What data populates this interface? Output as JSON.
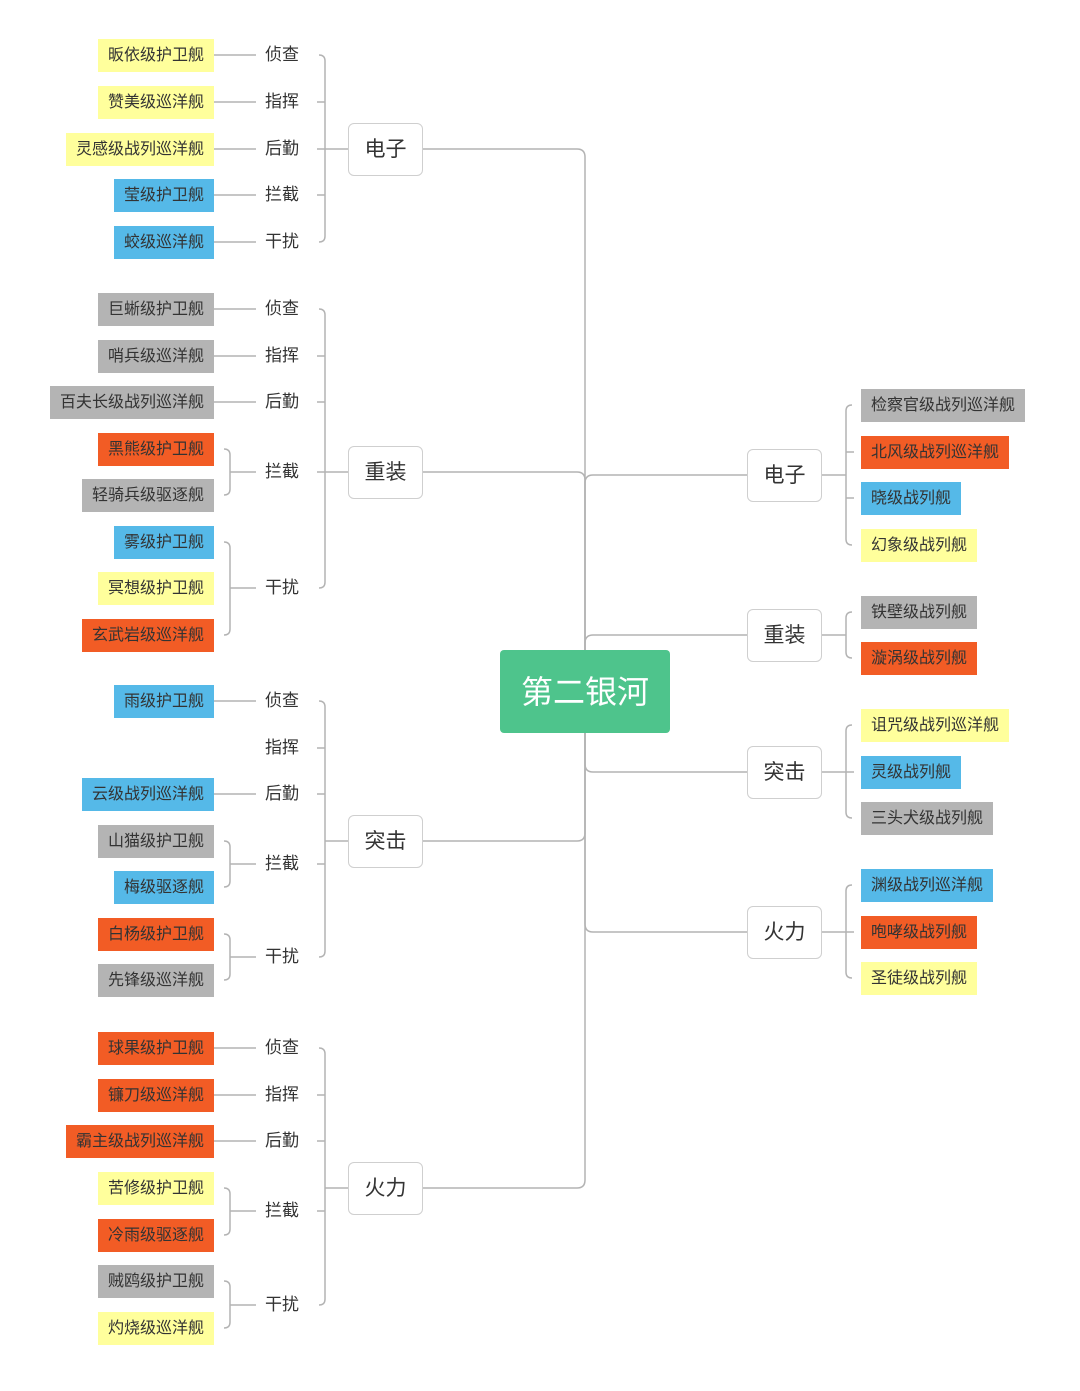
{
  "colors": {
    "root": "#4ec48c",
    "yellow": "#ffff9c",
    "blue": "#55b9e8",
    "gray": "#b4b4b4",
    "orange": "#f25c25",
    "line": "#b3b3b3"
  },
  "root": {
    "label": "第二银河"
  },
  "left": [
    {
      "label": "电子",
      "roles": [
        {
          "label": "侦查",
          "ships": [
            {
              "label": "昄依级护卫舰",
              "color": "yellow"
            }
          ]
        },
        {
          "label": "指挥",
          "ships": [
            {
              "label": "赞美级巡洋舰",
              "color": "yellow"
            }
          ]
        },
        {
          "label": "后勤",
          "ships": [
            {
              "label": "灵感级战列巡洋舰",
              "color": "yellow"
            }
          ]
        },
        {
          "label": "拦截",
          "ships": [
            {
              "label": "莹级护卫舰",
              "color": "blue"
            }
          ]
        },
        {
          "label": "干扰",
          "ships": [
            {
              "label": "蛟级巡洋舰",
              "color": "blue"
            }
          ]
        }
      ]
    },
    {
      "label": "重装",
      "roles": [
        {
          "label": "侦查",
          "ships": [
            {
              "label": "巨蜥级护卫舰",
              "color": "gray"
            }
          ]
        },
        {
          "label": "指挥",
          "ships": [
            {
              "label": "哨兵级巡洋舰",
              "color": "gray"
            }
          ]
        },
        {
          "label": "后勤",
          "ships": [
            {
              "label": "百夫长级战列巡洋舰",
              "color": "gray"
            }
          ]
        },
        {
          "label": "拦截",
          "ships": [
            {
              "label": "黑熊级护卫舰",
              "color": "orange"
            },
            {
              "label": "轻骑兵级驱逐舰",
              "color": "gray"
            }
          ]
        },
        {
          "label": "干扰",
          "ships": [
            {
              "label": "雾级护卫舰",
              "color": "blue"
            },
            {
              "label": "冥想级护卫舰",
              "color": "yellow"
            },
            {
              "label": "玄武岩级巡洋舰",
              "color": "orange"
            }
          ]
        }
      ]
    },
    {
      "label": "突击",
      "roles": [
        {
          "label": "侦查",
          "ships": [
            {
              "label": "雨级护卫舰",
              "color": "blue"
            }
          ]
        },
        {
          "label": "指挥",
          "ships": []
        },
        {
          "label": "后勤",
          "ships": [
            {
              "label": "云级战列巡洋舰",
              "color": "blue"
            }
          ]
        },
        {
          "label": "拦截",
          "ships": [
            {
              "label": "山猫级护卫舰",
              "color": "gray"
            },
            {
              "label": "梅级驱逐舰",
              "color": "blue"
            }
          ]
        },
        {
          "label": "干扰",
          "ships": [
            {
              "label": "白杨级护卫舰",
              "color": "orange"
            },
            {
              "label": "先锋级巡洋舰",
              "color": "gray"
            }
          ]
        }
      ]
    },
    {
      "label": "火力",
      "roles": [
        {
          "label": "侦查",
          "ships": [
            {
              "label": "球果级护卫舰",
              "color": "orange"
            }
          ]
        },
        {
          "label": "指挥",
          "ships": [
            {
              "label": "镰刀级巡洋舰",
              "color": "orange"
            }
          ]
        },
        {
          "label": "后勤",
          "ships": [
            {
              "label": "霸主级战列巡洋舰",
              "color": "orange"
            }
          ]
        },
        {
          "label": "拦截",
          "ships": [
            {
              "label": "苦修级护卫舰",
              "color": "yellow"
            },
            {
              "label": "冷雨级驱逐舰",
              "color": "orange"
            }
          ]
        },
        {
          "label": "干扰",
          "ships": [
            {
              "label": "贼鸥级护卫舰",
              "color": "gray"
            },
            {
              "label": "灼烧级巡洋舰",
              "color": "yellow"
            }
          ]
        }
      ]
    }
  ],
  "right": [
    {
      "label": "电子",
      "ships": [
        {
          "label": "检察官级战列巡洋舰",
          "color": "gray"
        },
        {
          "label": "北风级战列巡洋舰",
          "color": "orange"
        },
        {
          "label": "晓级战列舰",
          "color": "blue"
        },
        {
          "label": "幻象级战列舰",
          "color": "yellow"
        }
      ]
    },
    {
      "label": "重装",
      "ships": [
        {
          "label": "铁壁级战列舰",
          "color": "gray"
        },
        {
          "label": "漩涡级战列舰",
          "color": "orange"
        }
      ]
    },
    {
      "label": "突击",
      "ships": [
        {
          "label": "诅咒级战列巡洋舰",
          "color": "yellow"
        },
        {
          "label": "灵级战列舰",
          "color": "blue"
        },
        {
          "label": "三头犬级战列舰",
          "color": "gray"
        }
      ]
    },
    {
      "label": "火力",
      "ships": [
        {
          "label": "渊级战列巡洋舰",
          "color": "blue"
        },
        {
          "label": "咆哮级战列舰",
          "color": "orange"
        },
        {
          "label": "圣徒级战列舰",
          "color": "yellow"
        }
      ]
    }
  ]
}
